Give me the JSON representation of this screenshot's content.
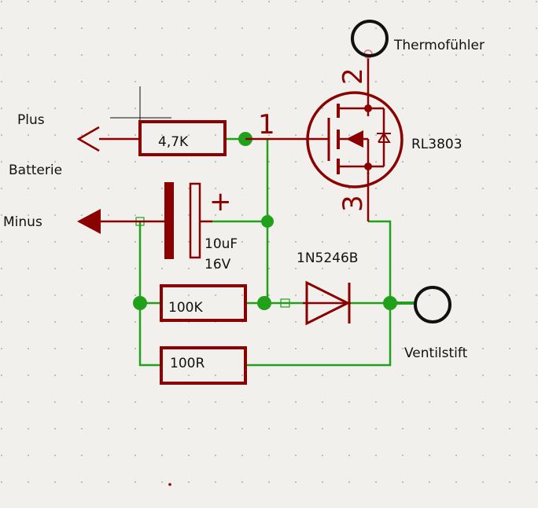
{
  "labels": {
    "plus": "Plus",
    "batterie": "Batterie",
    "minus": "Minus",
    "thermofuehler": "Thermofühler",
    "transistor": "RL3803",
    "diode": "1N5246B",
    "ventilstift": "Ventilstift"
  },
  "components": {
    "r1": "4,7K",
    "r2": "100K",
    "r3": "100R",
    "cap_value": "10uF",
    "cap_voltage": "16V",
    "cap_polarity": "+"
  },
  "pins": {
    "gate": "1",
    "drain": "2",
    "source": "3"
  },
  "colors": {
    "background": "#f1f0ec",
    "component": "#8b0000",
    "wire": "#22a01c",
    "text": "#111111"
  }
}
